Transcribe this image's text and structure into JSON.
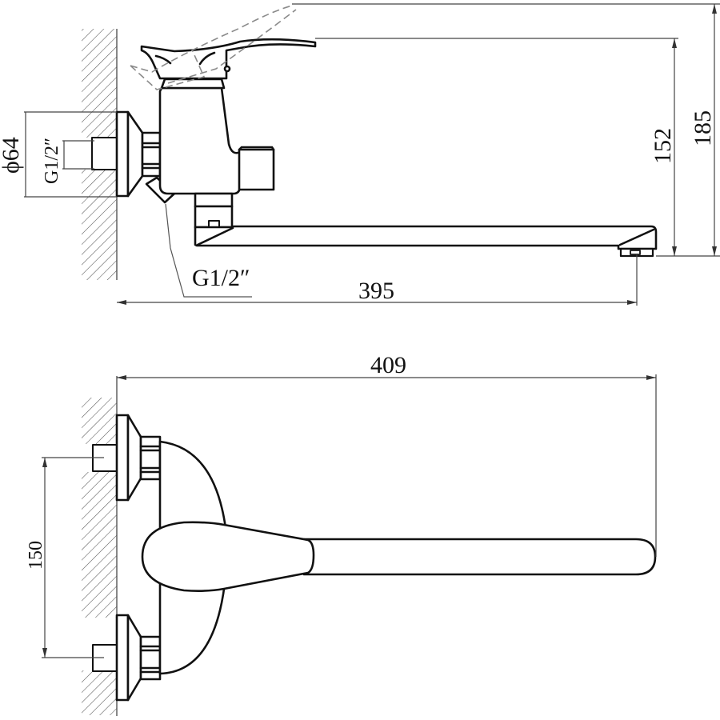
{
  "drawing": {
    "type": "technical-dimension-drawing",
    "subject": "wall-mounted single-lever bath mixer with long swivel spout",
    "views": [
      {
        "name": "side-view",
        "dimensions": {
          "connection_thread_top": "G1/2″",
          "flange_diameter": "ϕ64",
          "outlet_thread": "G1/2″",
          "spout_reach": "395",
          "spout_height": "152",
          "overall_height": "185"
        }
      },
      {
        "name": "top-view",
        "dimensions": {
          "overall_length": "409",
          "center_distance": "150"
        }
      }
    ]
  },
  "labels": {
    "phi64": "ϕ64",
    "g12_inlet": "G1/2″",
    "g12_outlet": "G1/2″",
    "d395": "395",
    "d152": "152",
    "d185": "185",
    "d409": "409",
    "d150": "150"
  },
  "colors": {
    "line": "#111111",
    "dimension": "#444444",
    "ghost": "#8a8a8a",
    "background": "#ffffff"
  }
}
